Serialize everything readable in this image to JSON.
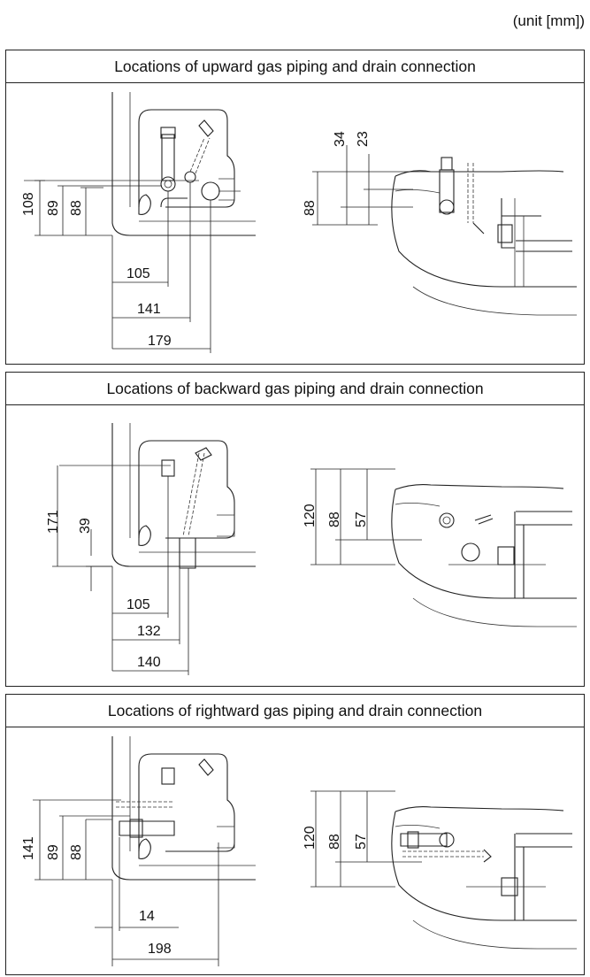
{
  "unit_label": "(unit [mm])",
  "panels": [
    {
      "title": "Locations of upward gas piping and drain connection",
      "left_dims": [
        "108",
        "89",
        "88"
      ],
      "bottom_dims": [
        "105",
        "141",
        "179"
      ],
      "right_dims": [
        "34",
        "23",
        "88"
      ]
    },
    {
      "title": "Locations of backward gas piping and drain connection",
      "left_dims": [
        "171",
        "39"
      ],
      "bottom_dims": [
        "105",
        "132",
        "140"
      ],
      "right_dims": [
        "120",
        "88",
        "57"
      ]
    },
    {
      "title": "Locations of rightward gas piping and drain connection",
      "left_dims": [
        "141",
        "89",
        "88"
      ],
      "bottom_dims": [
        "14",
        "198"
      ],
      "right_dims": [
        "120",
        "88",
        "57"
      ]
    }
  ]
}
